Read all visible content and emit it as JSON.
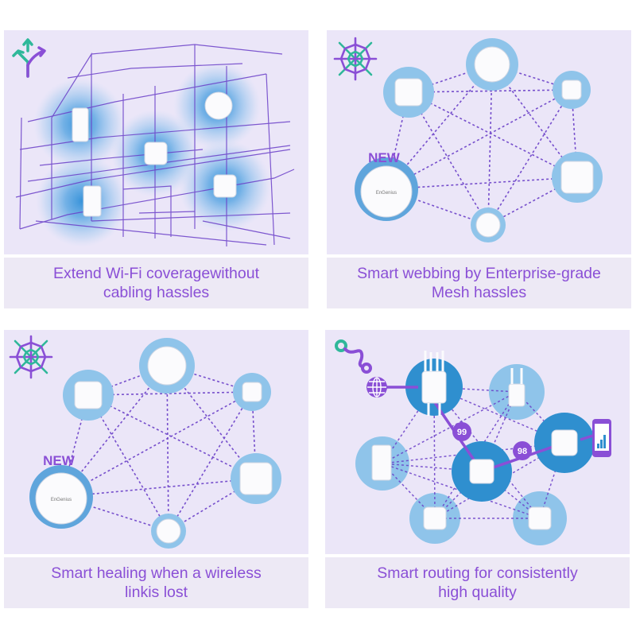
{
  "colors": {
    "panel_bg": "#ebe6f8",
    "caption_bg": "#ede9f5",
    "accent_purple": "#8a4fd6",
    "line_purple": "#6a3fc8",
    "halo_blue": "#5fa5dc",
    "highlight_blue": "#2f8fcf",
    "green": "#2fb89a"
  },
  "panels": [
    {
      "icon": "split-arrows-icon",
      "caption": [
        "Extend Wi-Fi coveragewithout",
        "cabling hassles"
      ]
    },
    {
      "icon": "mesh-web-icon",
      "badge": "NEW",
      "device_brand": "EnGenius",
      "caption": [
        "Smart webbing by Enterprise-grade",
        "Mesh hassles"
      ]
    },
    {
      "icon": "mesh-web-icon",
      "badge": "NEW",
      "device_brand": "EnGenius",
      "caption": [
        "Smart healing when a wireless",
        "linkis lost"
      ]
    },
    {
      "icon": "route-path-icon",
      "hop_labels": [
        "99",
        "98"
      ],
      "caption": [
        "Smart routing for consistently",
        "high quality"
      ]
    }
  ]
}
